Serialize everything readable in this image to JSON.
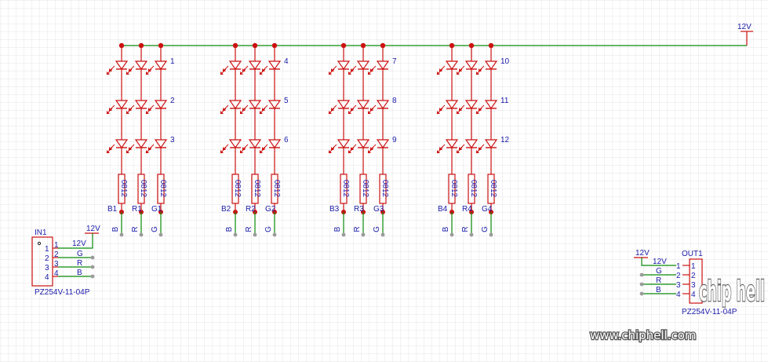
{
  "supply": {
    "label": "12V"
  },
  "columns": [
    {
      "led_numbers": [
        "1",
        "2",
        "3"
      ],
      "resistor_values": [
        "0812",
        "0812",
        "0812"
      ],
      "names": [
        "B1",
        "R1",
        "G1"
      ],
      "ports": [
        "B",
        "R",
        "G"
      ]
    },
    {
      "led_numbers": [
        "4",
        "5",
        "6"
      ],
      "resistor_values": [
        "0812",
        "0812",
        "0812"
      ],
      "names": [
        "B2",
        "R2",
        "G2"
      ],
      "ports": [
        "B",
        "R",
        "G"
      ]
    },
    {
      "led_numbers": [
        "7",
        "8",
        "9"
      ],
      "resistor_values": [
        "0812",
        "0812",
        "0812"
      ],
      "names": [
        "B3",
        "R3",
        "G3"
      ],
      "ports": [
        "B",
        "R",
        "G"
      ]
    },
    {
      "led_numbers": [
        "10",
        "11",
        "12"
      ],
      "resistor_values": [
        "0812",
        "0812",
        "0812"
      ],
      "names": [
        "B4",
        "R4",
        "G4"
      ],
      "ports": [
        "B",
        "R",
        "G"
      ]
    }
  ],
  "in_connector": {
    "ref": "IN1",
    "part": "PZ254V-11-04P",
    "supply": "12V",
    "pin_numbers": [
      "1",
      "2",
      "3",
      "4"
    ],
    "nets": [
      "12V",
      "G",
      "R",
      "B"
    ]
  },
  "out_connector": {
    "ref": "OUT1",
    "part": "PZ254V-11-04P",
    "supply": "12V",
    "pin_numbers": [
      "1",
      "2",
      "3",
      "4"
    ],
    "nets": [
      "12V",
      "G",
      "R",
      "B"
    ]
  },
  "watermark": {
    "url": "www.chiphell.com",
    "logo": "chip hell"
  },
  "colors": {
    "wire": "#0a8a0a",
    "component": "#cc1111",
    "label": "#1a1aa8",
    "grid": "#e6e6e6",
    "node": "#cc1111"
  }
}
